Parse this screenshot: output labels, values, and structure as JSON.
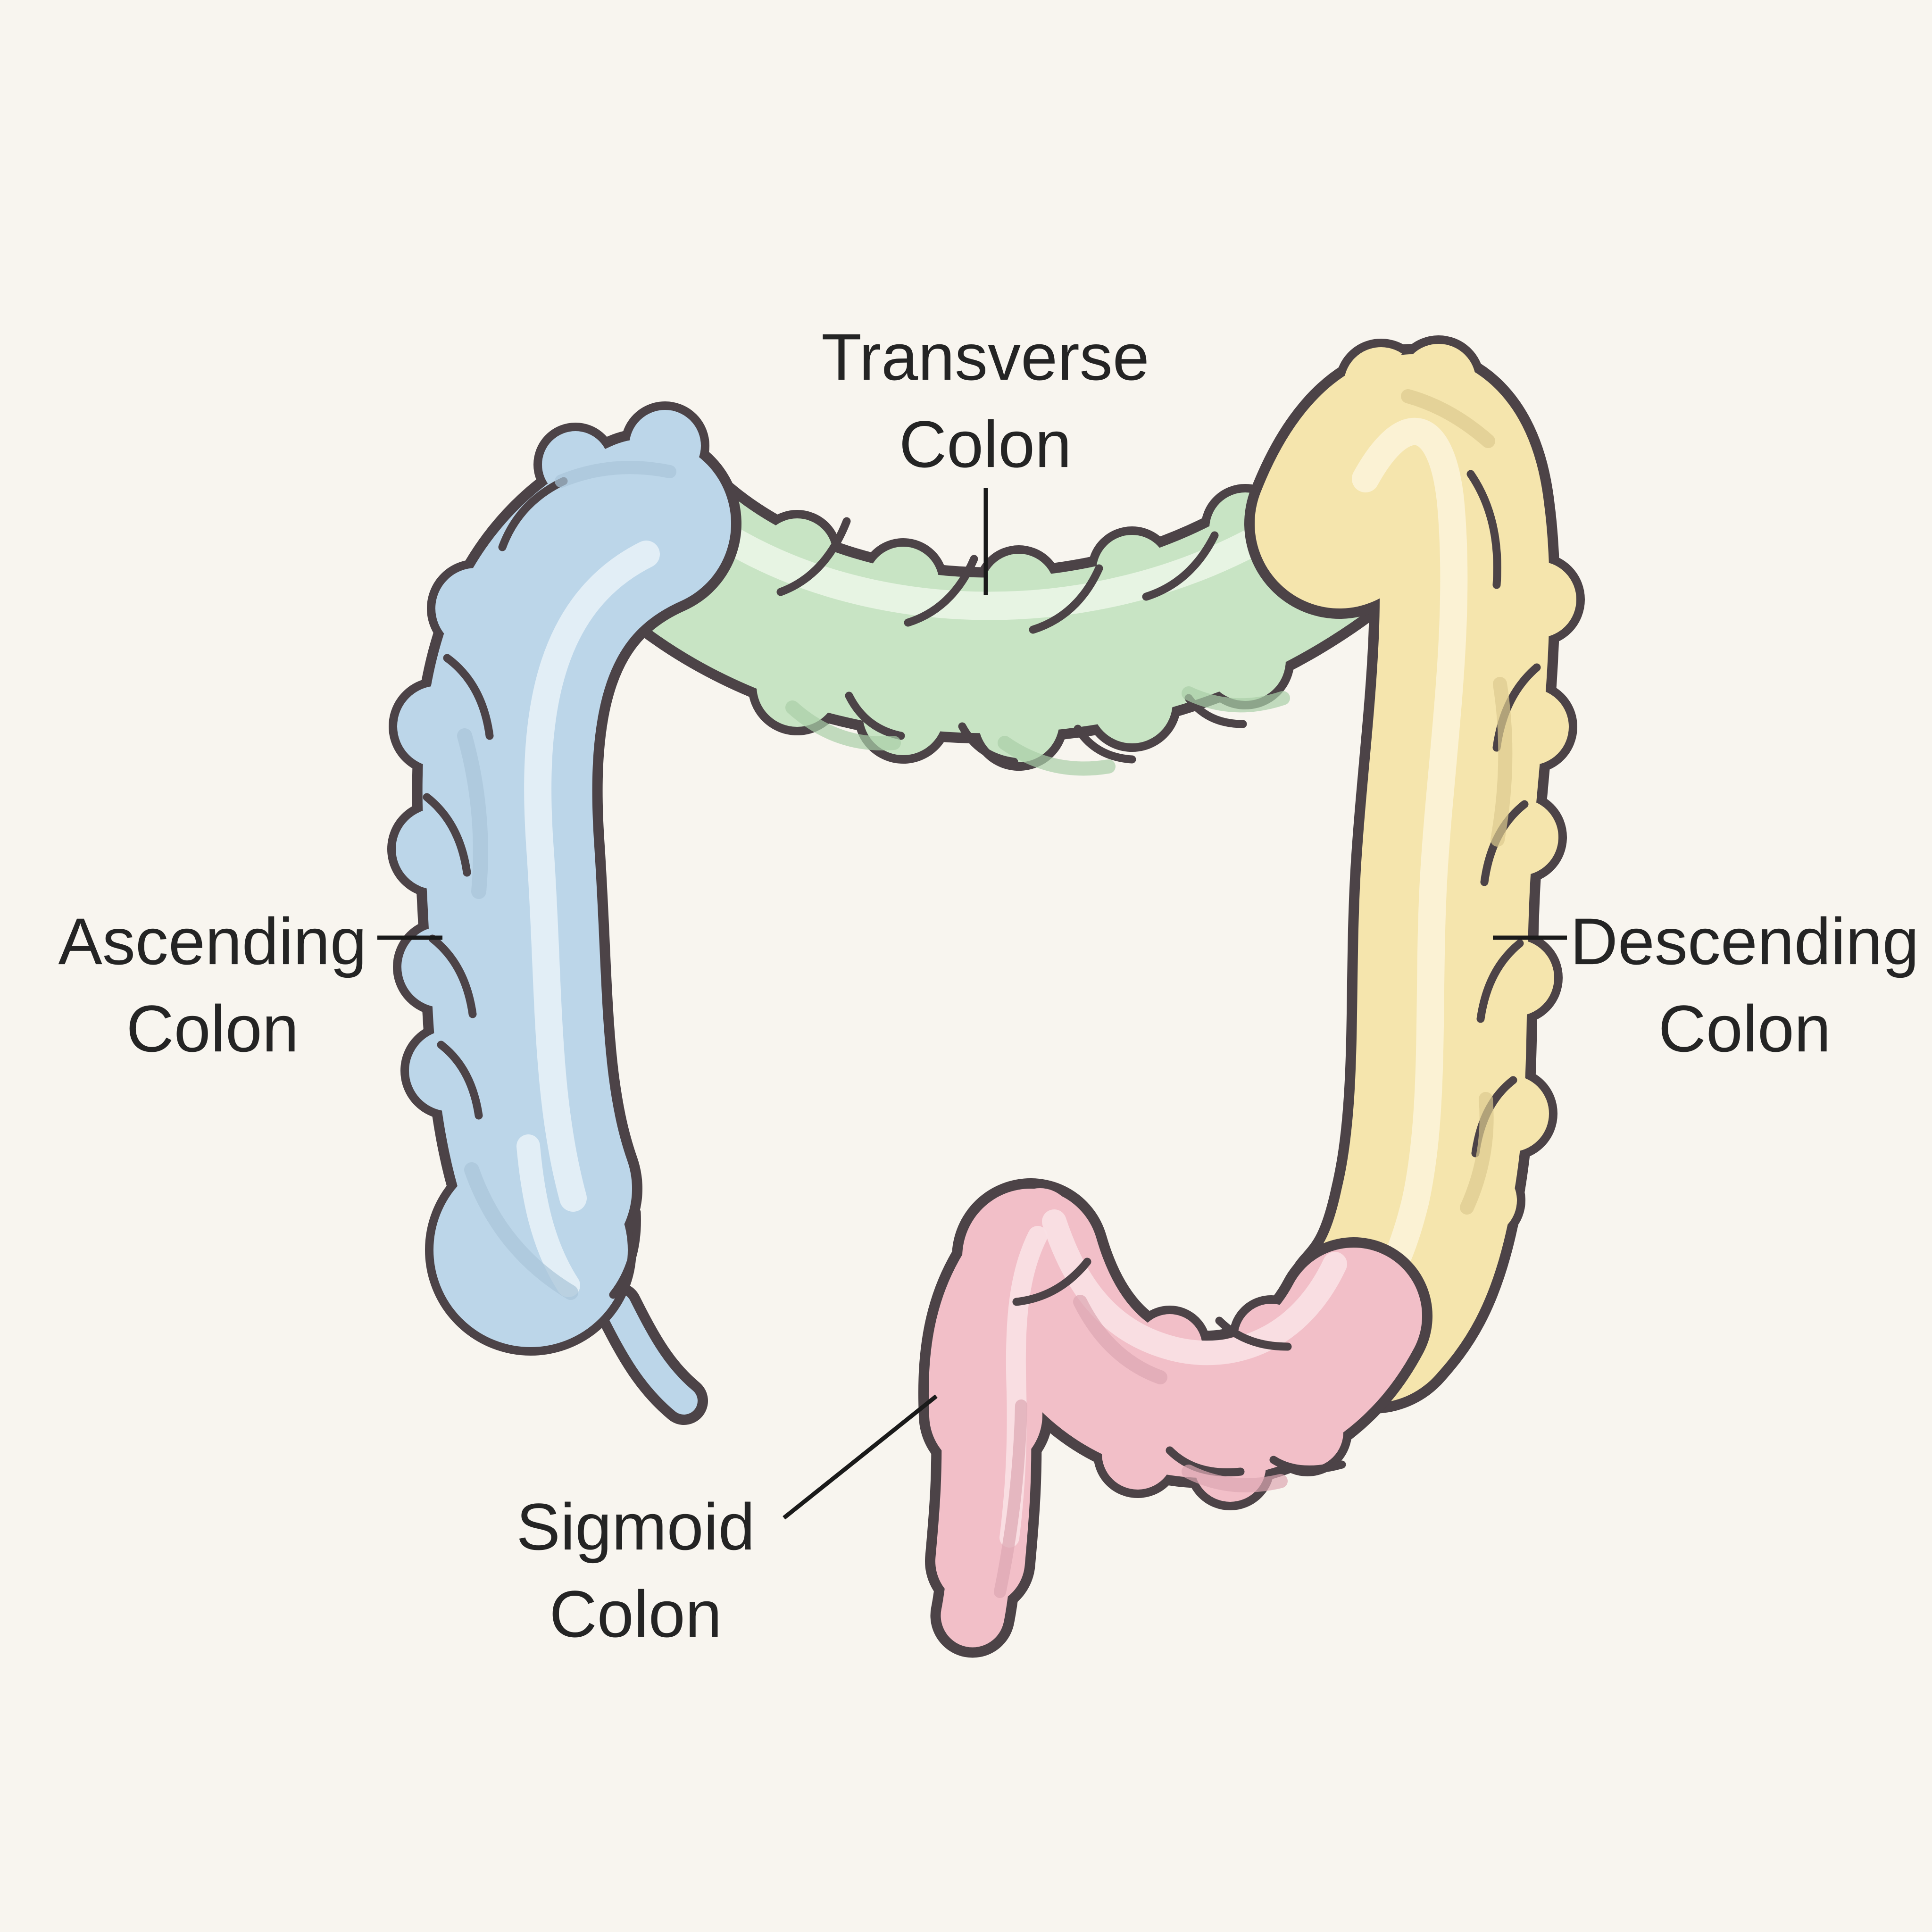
{
  "labels": {
    "transverse": {
      "line1": "Transverse",
      "line2": "Colon"
    },
    "ascending": {
      "line1": "Ascending",
      "line2": "Colon"
    },
    "descending": {
      "line1": "Descending",
      "line2": "Colon"
    },
    "sigmoid": {
      "line1": "Sigmoid",
      "line2": "Colon"
    }
  },
  "segments": [
    {
      "name": "Ascending Colon"
    },
    {
      "name": "Transverse Colon"
    },
    {
      "name": "Descending Colon"
    },
    {
      "name": "Sigmoid Colon"
    }
  ],
  "colors": {
    "background": "#f8f5ef",
    "outline": "#4c4347",
    "label_text": "#242424",
    "leader_line": "#1a1a1a",
    "ascending_fill": "#bcd6e9",
    "ascending_band": "#e4eff7",
    "ascending_shade": "#a9c4d9",
    "transverse_fill": "#c8e4c4",
    "transverse_band": "#e9f4e5",
    "transverse_shade": "#a9cfa8",
    "descending_fill": "#f5e5ad",
    "descending_band": "#fbf2d6",
    "descending_shade": "#ddca8e",
    "sigmoid_fill": "#f2bfc8",
    "sigmoid_band": "#f9dfe4",
    "sigmoid_shade": "#dda6b2"
  }
}
